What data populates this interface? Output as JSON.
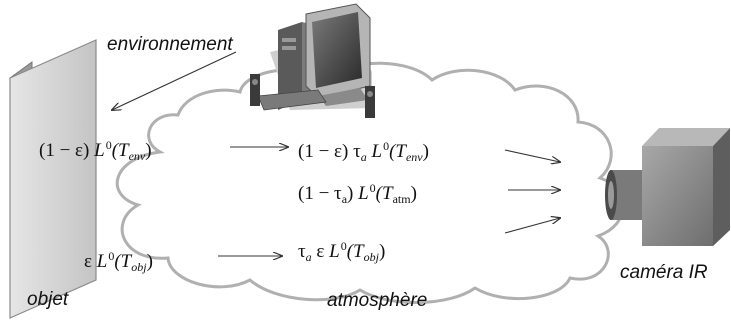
{
  "labels": {
    "environment": "environnement",
    "object": "objet",
    "atmosphere": "atmosphère",
    "camera": "caméra IR"
  },
  "equations": {
    "env_emitted": {
      "prefix": "(1 − ε) ",
      "L": "L",
      "sup": "0",
      "open": "(T",
      "sub": "env",
      "close": ")"
    },
    "env_transmitted": {
      "prefix": "(1 − ε) τ",
      "tau_sub": "a",
      "L": " L",
      "sup": "0",
      "open": "(T",
      "sub": "env",
      "close": ")"
    },
    "atm_emitted": {
      "prefix": "(1 − τ",
      "tau_sub": "a",
      "mid": ") ",
      "L": "L",
      "sup": "0",
      "open": "(T",
      "sub": "atm",
      "close": ")"
    },
    "obj_emitted": {
      "prefix": "ε ",
      "L": "L",
      "sup": "0",
      "open": "(T",
      "sub": "obj",
      "close": ")"
    },
    "obj_transmitted": {
      "prefix": "τ",
      "tau_sub": "a",
      "mid": " ε ",
      "L": "L",
      "sup": "0",
      "open": "(T",
      "sub": "obj",
      "close": ")"
    }
  },
  "icons": [
    "desktop-computer-icon",
    "infrared-camera-icon"
  ],
  "colors": {
    "cloud_stroke": "#b0b0b0",
    "panel": "#cfcfcf",
    "camera_body": "#8a8a8a",
    "arrow": "#333333"
  }
}
